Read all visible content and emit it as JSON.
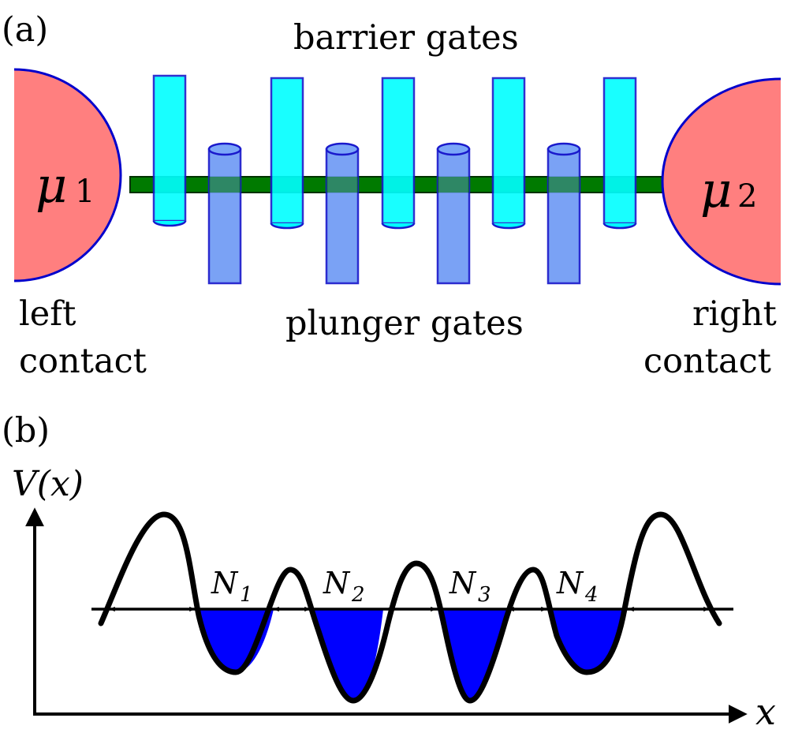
{
  "panel_a": {
    "panel_label": "(a)",
    "barrier_label": "barrier gates",
    "plunger_label": "plunger gates",
    "left_contact": {
      "line1": "left",
      "line2": "contact",
      "symbol": "μ",
      "subscript": "1"
    },
    "right_contact": {
      "line1": "right",
      "line2": "contact",
      "symbol": "μ",
      "subscript": "2"
    },
    "barrier_gate_count": 5,
    "plunger_gate_count": 4,
    "colors": {
      "contact_fill": "#ff7f7f",
      "contact_stroke": "#0000cc",
      "wire": "#007a00",
      "barrier_gate": "#00ffff",
      "plunger_gate": "#6f9bf5",
      "gate_stroke": "#1a1acc"
    }
  },
  "panel_b": {
    "panel_label": "(b)",
    "y_axis_label": "V(x)",
    "x_axis_label": "x",
    "dots": [
      {
        "label": "N",
        "subscript": "1"
      },
      {
        "label": "N",
        "subscript": "2"
      },
      {
        "label": "N",
        "subscript": "3"
      },
      {
        "label": "N",
        "subscript": "4"
      }
    ],
    "colors": {
      "potential": "#000000",
      "filled_level": "#0000ff"
    }
  }
}
